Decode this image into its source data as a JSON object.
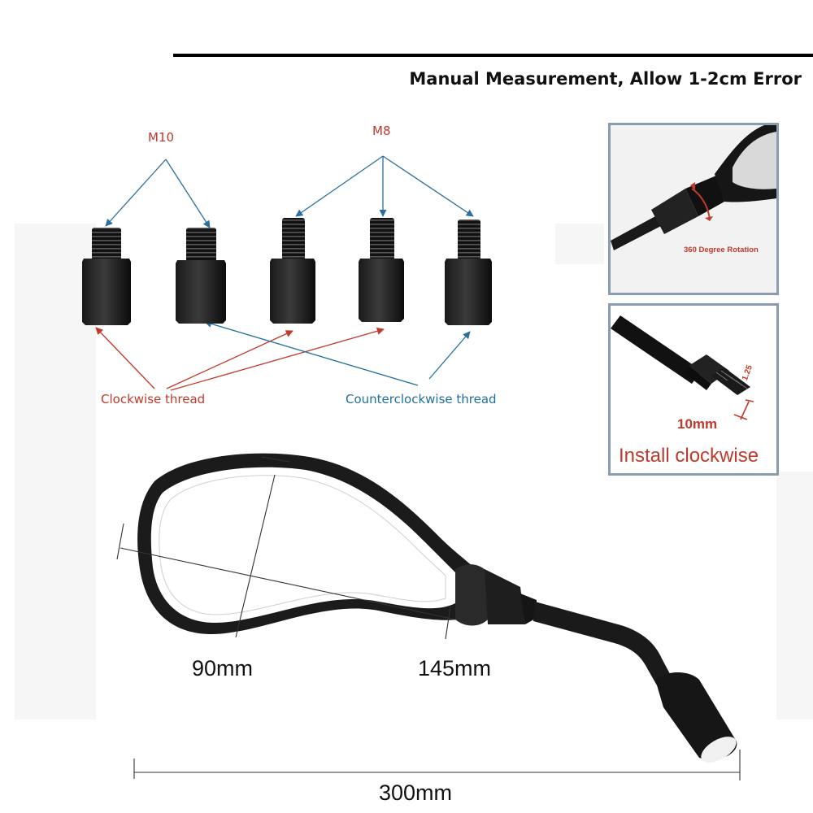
{
  "header": {
    "note": "Manual Measurement, Allow 1-2cm Error"
  },
  "adapters": {
    "labels": {
      "m10": "M10",
      "m8": "M8",
      "clockwise": "Clockwise thread",
      "counterclockwise": "Counterclockwise thread"
    },
    "colors": {
      "clockwise": "#c0392b",
      "counterclockwise": "#1f6f9c",
      "size_arrow": "#2c6e9e"
    }
  },
  "insets": {
    "rotation": {
      "label": "360 Degree Rotation"
    },
    "install": {
      "pitch": "1.25",
      "length": "10mm",
      "label": "Install clockwise"
    }
  },
  "mirror": {
    "width": "90mm",
    "diagonal": "145mm",
    "overall": "300mm"
  }
}
